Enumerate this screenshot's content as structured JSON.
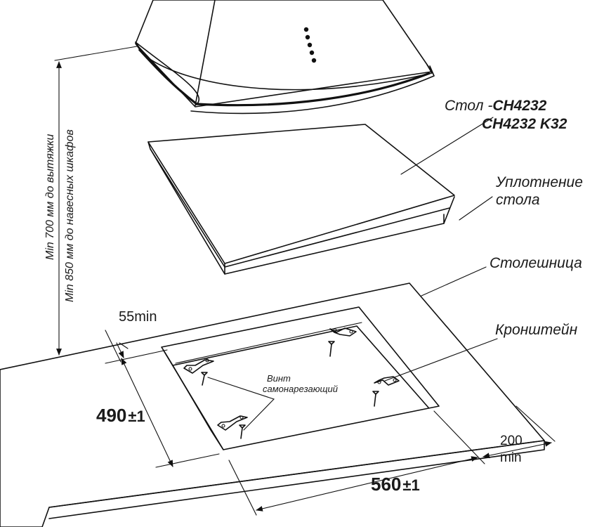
{
  "labels": {
    "hob_prefix": "Стол -",
    "hob_model_1": "CH4232",
    "hob_model_2": "CH4232 K32",
    "seal_line1": "Уплотнение",
    "seal_line2": "стола",
    "worktop": "Столешница",
    "bracket": "Кронштейн",
    "screw_line1": "Винт",
    "screw_line2": "самонарезающий"
  },
  "dimensions": {
    "hood_clearance_1": "Min 700 мм до вытяжки",
    "hood_clearance_2": "Min 850 мм до навесных шкафов",
    "edge_offset": "55min",
    "cutout_depth": "490",
    "cutout_width": "560",
    "tolerance": "±1",
    "rear_clearance_value": "200",
    "rear_clearance_unit": "min"
  }
}
